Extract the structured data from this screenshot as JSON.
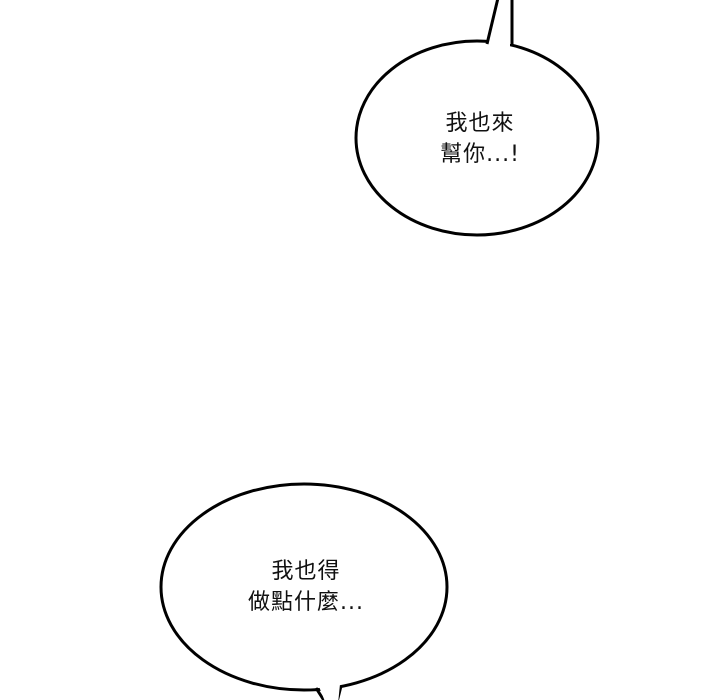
{
  "panel": {
    "background": "#ffffff",
    "stroke_color": "#000000"
  },
  "bubbles": [
    {
      "id": "top-right",
      "lines": [
        "我也來",
        "幫你...!"
      ]
    },
    {
      "id": "bottom-left",
      "lines": [
        "我也得",
        "做點什麼..."
      ]
    }
  ]
}
